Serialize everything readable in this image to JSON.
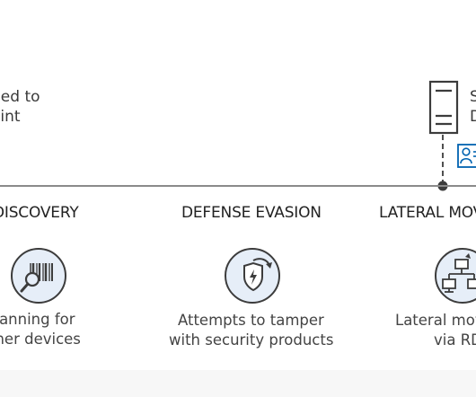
{
  "top_labels": {
    "device_line1": "ded to",
    "device_line2": "oint",
    "server_line1": "S",
    "server_line2": "D"
  },
  "phases": [
    {
      "title": "DISCOVERY",
      "desc_line1": "canning for",
      "desc_line2": "ther devices",
      "icon": "barcode-search-icon"
    },
    {
      "title": "DEFENSE EVASION",
      "desc_line1": "Attempts to tamper",
      "desc_line2": "with security products",
      "icon": "shield-bolt-icon"
    },
    {
      "title": "LATERAL MOV",
      "desc_line1": "Lateral mov",
      "desc_line2": "via RD",
      "icon": "network-icon"
    }
  ],
  "colors": {
    "timeline": "#8a8a8a",
    "icon_stroke": "#3c3c3c",
    "icon_fill": "#e6eef8",
    "accent": "#0063b1"
  }
}
